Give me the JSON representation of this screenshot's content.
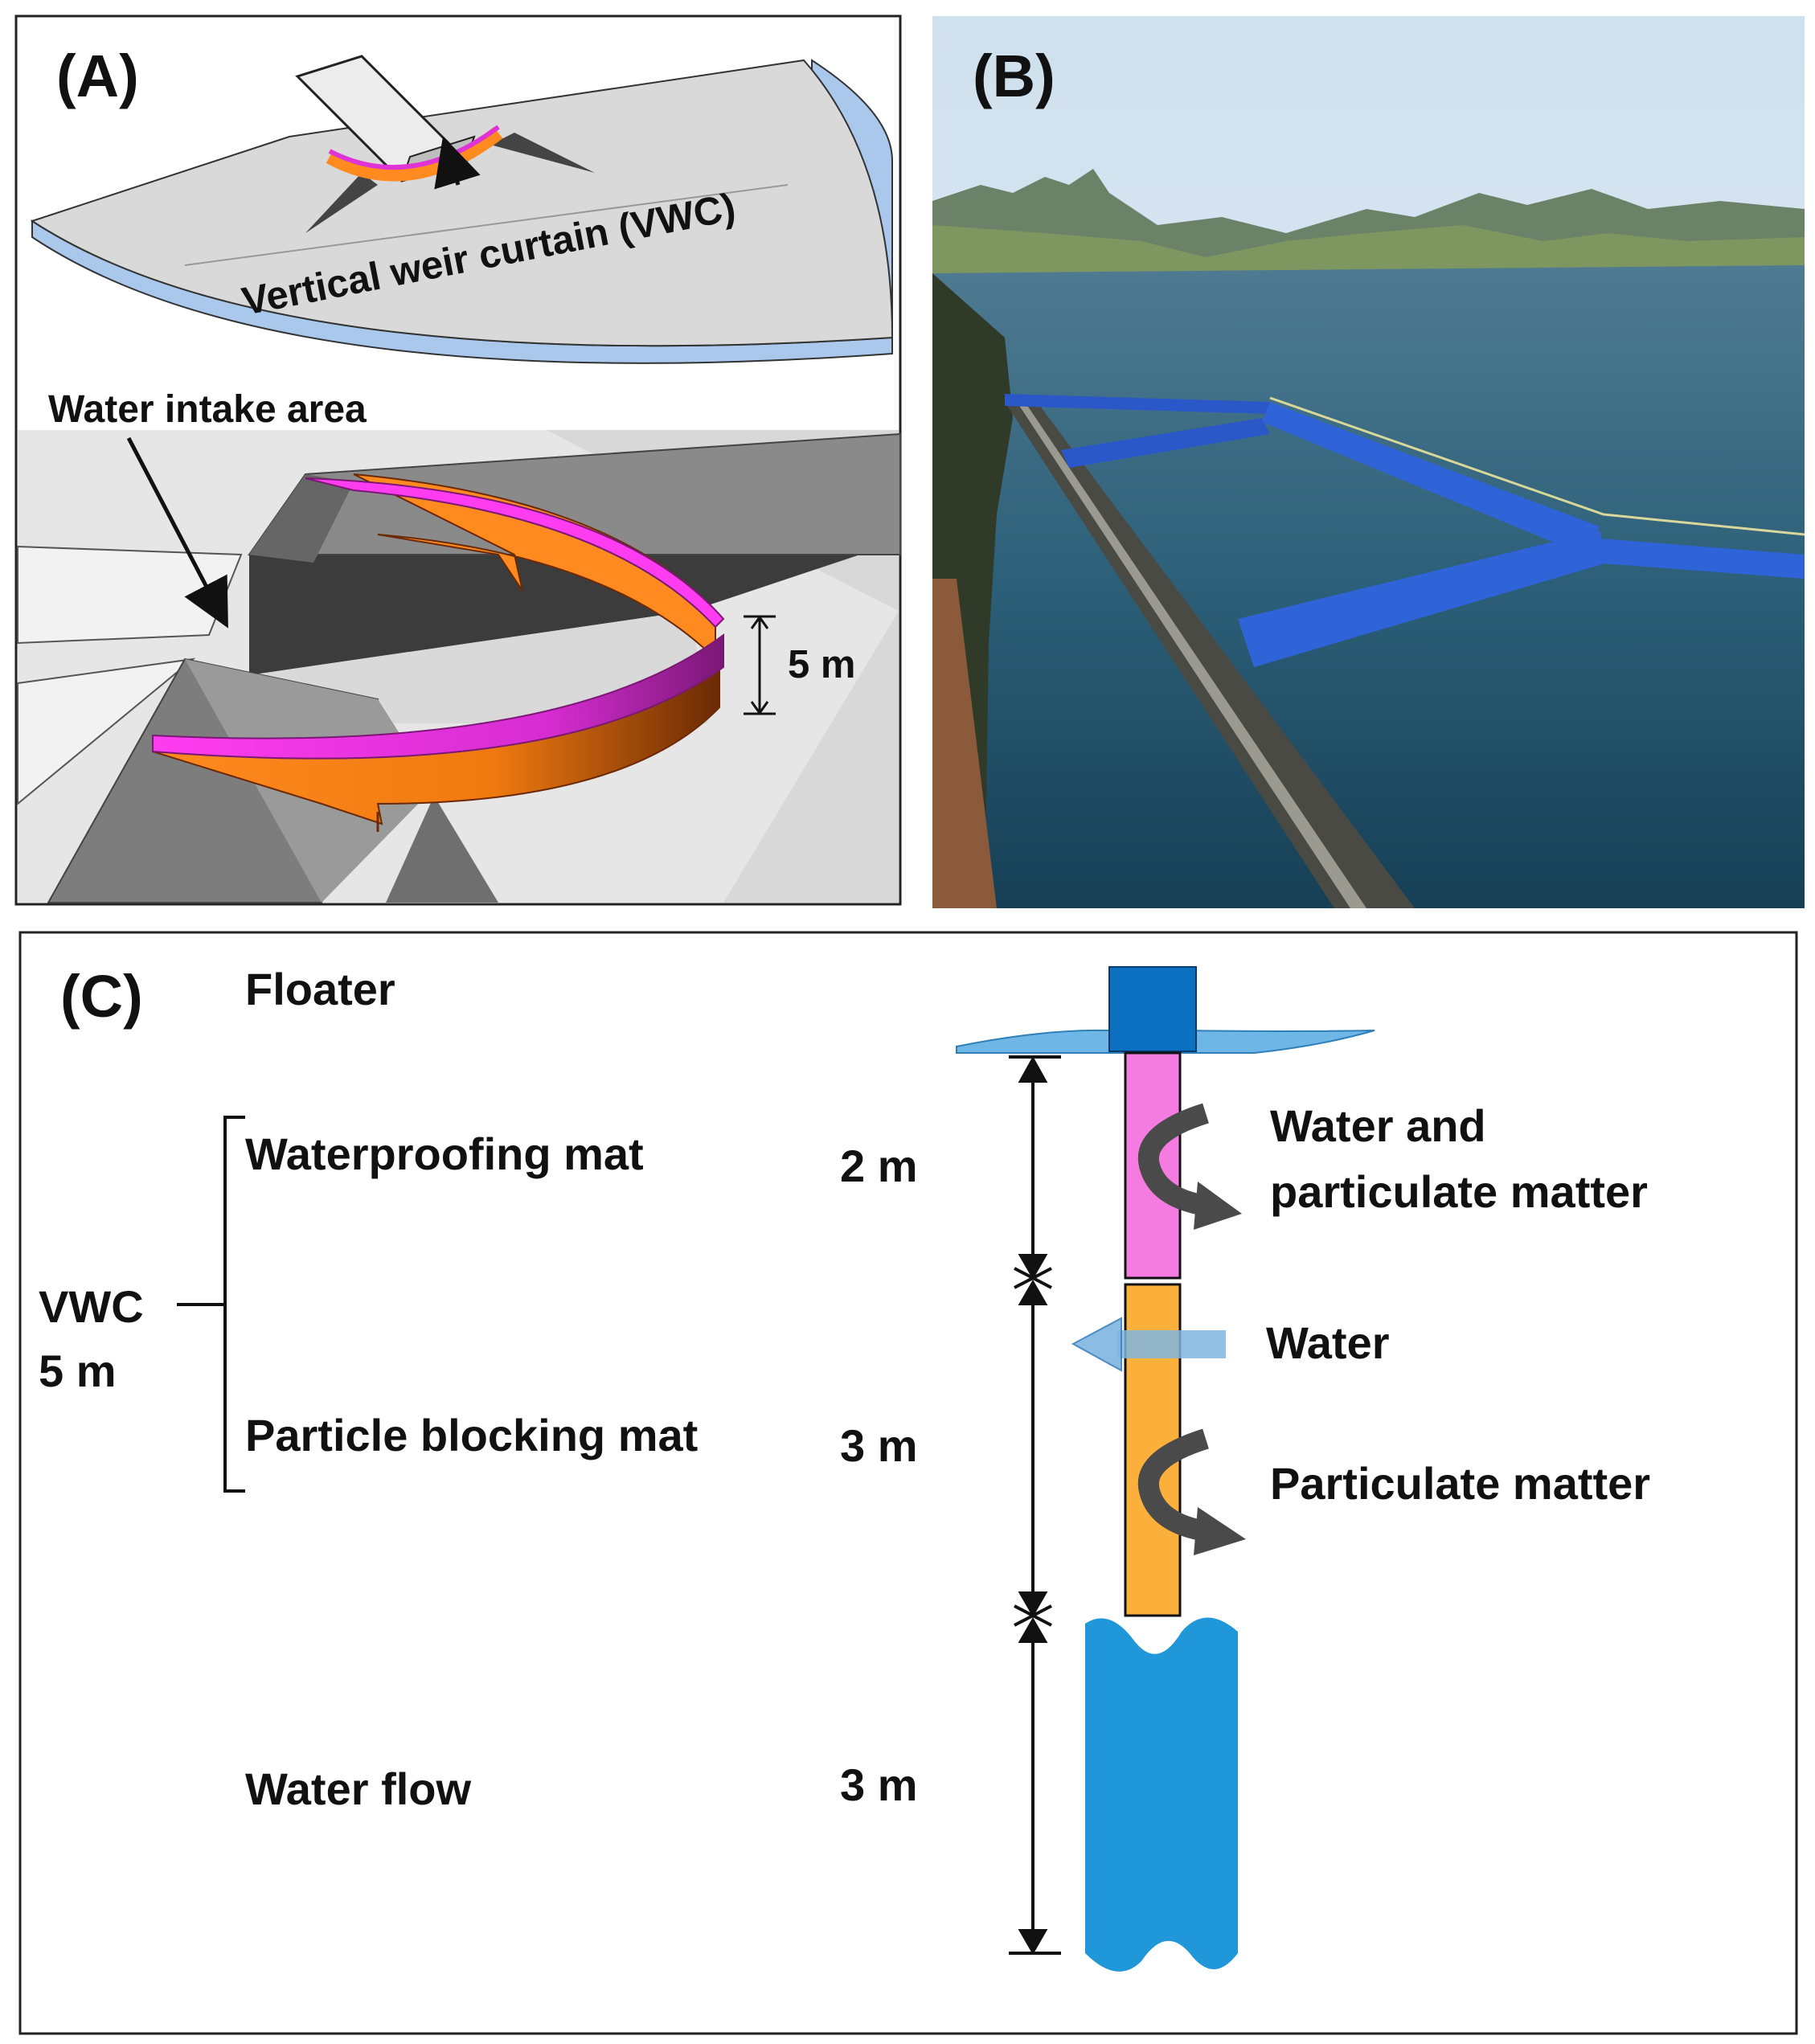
{
  "panel_a": {
    "tag": "(A)",
    "vwc_label": "Vertical weir curtain (VWC)",
    "intake_label": "Water intake area",
    "height_label": "5 m"
  },
  "panel_b": {
    "tag": "(B)"
  },
  "panel_c": {
    "tag": "(C)",
    "floater": "Floater",
    "waterproofing_mat": "Waterproofing mat",
    "particle_blocking_mat": "Particle blocking mat",
    "vwc_line1": "VWC",
    "vwc_line2": "5 m",
    "water_flow": "Water flow",
    "dim_top": "2 m",
    "dim_mid": "3 m",
    "dim_bottom": "3 m",
    "note_top_line1": "Water and",
    "note_top_line2": "particulate matter",
    "note_water": "Water",
    "note_particulate": "Particulate matter"
  },
  "colors": {
    "waterproofing_mat": "#f47ce0",
    "particle_blocking_mat": "#fbb03b",
    "floater": "#0b6fc2",
    "water": "#1f97d8",
    "curtain_top": "#e033d6",
    "curtain_side": "#f7941d"
  }
}
